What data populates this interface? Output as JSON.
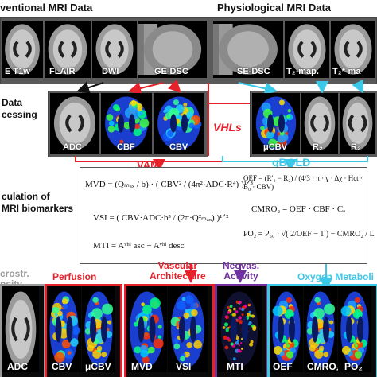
{
  "headers": {
    "conventional": "ventional MRI Data",
    "physiological": "Physiological MRI Data"
  },
  "conventional_images": [
    "E T1w",
    "FLAIR",
    "DWI",
    "GE-DSC"
  ],
  "physiological_images": [
    "SE-DSC",
    "T₂-map.",
    "T₂*-ma"
  ],
  "processing_label": [
    "Data",
    "cessing"
  ],
  "processed_left": [
    "ADC",
    "CBF",
    "CBV"
  ],
  "processed_right": [
    "μCBV",
    "R₂",
    "R₂"
  ],
  "flow_labels": {
    "vhls": "VHLs",
    "vam": "VAM",
    "qbold": "qBOLD"
  },
  "calculation_label": [
    "culation of",
    "MRI biomarkers"
  ],
  "equations": {
    "mvd": "MVD = (Qₘₐₓ / b) · ( CBV² / (4π²·ADC·R⁴) )¹ᐟ³",
    "vsi": "VSI = ( CBV·ADC·b³ / (2π·Q²ₘₐₓ) )¹ᐟ²",
    "mti": "MTI = Aᵛʰˡ asc − Aᵛʰˡ desc",
    "oef": "OEF = (R′₂ − R₂) / (4/3 · π · γ · Δχ · Hct · B₀ · CBV)",
    "cmro2": "CMRO₂ = OEF · CBF · Cₐ",
    "po2": "PO₂ = P₅₀ · √( 2/OEF − 1 ) − CMRO₂ / L"
  },
  "categories": {
    "microstr": [
      "crostr.",
      "nsity"
    ],
    "perfusion": "Perfusion",
    "vascular": [
      "Vascular",
      "Architecture"
    ],
    "neovas": [
      "Neovas.",
      "Activity"
    ],
    "oxygen": "Oxygen Metaboli"
  },
  "bottom_images": [
    "ADC",
    "CBV",
    "μCBV",
    "MVD",
    "VSI",
    "MTI",
    "OEF",
    "CMRO₂",
    "PO₂"
  ],
  "colors": {
    "red": "#e8202a",
    "cyan": "#3cc8e8",
    "purple": "#7030a0",
    "gray": "#9a9a9a",
    "panel": "#5a5a5a"
  }
}
